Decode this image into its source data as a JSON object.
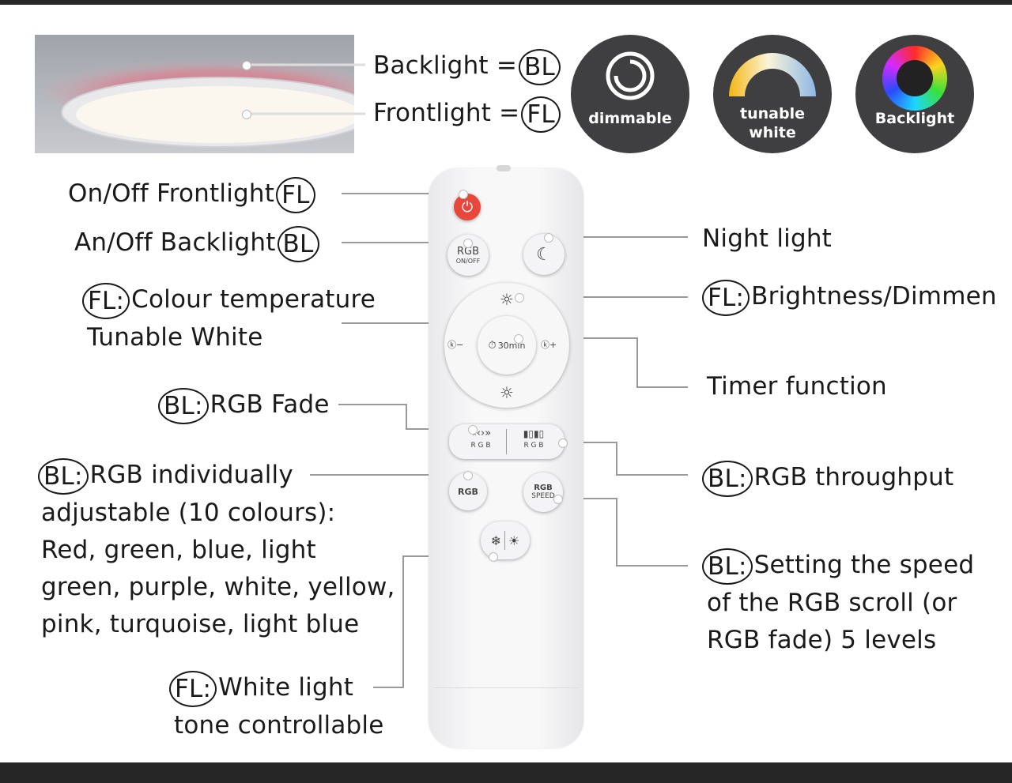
{
  "legend": {
    "backlight_text": "Backlight =",
    "backlight_abbr": "BL",
    "frontlight_text": "Frontlight =",
    "frontlight_abbr": "FL"
  },
  "badges": [
    {
      "label": "dimmable"
    },
    {
      "label_line1": "tunable",
      "label_line2": "white"
    },
    {
      "label": "Backlight"
    }
  ],
  "remote": {
    "rgb_onoff_top": "RGB",
    "rgb_onoff_bottom": "ON/OFF",
    "timer_label": "30min",
    "fade_label": "R G B",
    "throughput_label": "R G B",
    "rgb_button": "RGB",
    "speed_top": "RGB",
    "speed_bottom": "SPEED"
  },
  "callouts_left": {
    "onoff_front_text": "On/Off Frontlight",
    "onoff_front_abbr": "FL",
    "onoff_back_text": "An/Off Backlight",
    "onoff_back_abbr": "BL",
    "colour_temp_abbr": "FL:",
    "colour_temp_line1": "Colour temperature",
    "colour_temp_line2": "Tunable White",
    "rgb_fade_abbr": "BL:",
    "rgb_fade_text": "RGB Fade",
    "rgb_indiv_abbr": "BL:",
    "rgb_indiv_line1": "RGB individually",
    "rgb_indiv_line2": "adjustable (10 colours):",
    "rgb_indiv_line3": "Red, green, blue, light",
    "rgb_indiv_line4": "green, purple, white, yellow,",
    "rgb_indiv_line5": "pink, turquoise, light blue",
    "white_abbr": "FL:",
    "white_line1": "White light",
    "white_line2": "tone controllable"
  },
  "callouts_right": {
    "night_light": "Night light",
    "brightness_abbr": "FL:",
    "brightness_text": "Brightness/Dimmen",
    "timer_text": "Timer function",
    "throughput_abbr": "BL:",
    "throughput_text": "RGB throughput",
    "speed_abbr": "BL:",
    "speed_line1": "Setting the speed",
    "speed_line2": "of the RGB scroll (or",
    "speed_line3": "RGB fade) 5 levels"
  },
  "colors": {
    "badge_bg": "#3f3f41",
    "power_button": "#e8483b",
    "backlight_glow": "#e0607a",
    "bars": "#262626"
  },
  "icons": [
    "power-icon",
    "moon-icon",
    "sun-icon",
    "timer-icon",
    "kelvin-minus-icon",
    "kelvin-plus-icon",
    "snowflake-icon",
    "dimmable-icon",
    "tunable-white-arc-icon",
    "color-ring-icon"
  ]
}
